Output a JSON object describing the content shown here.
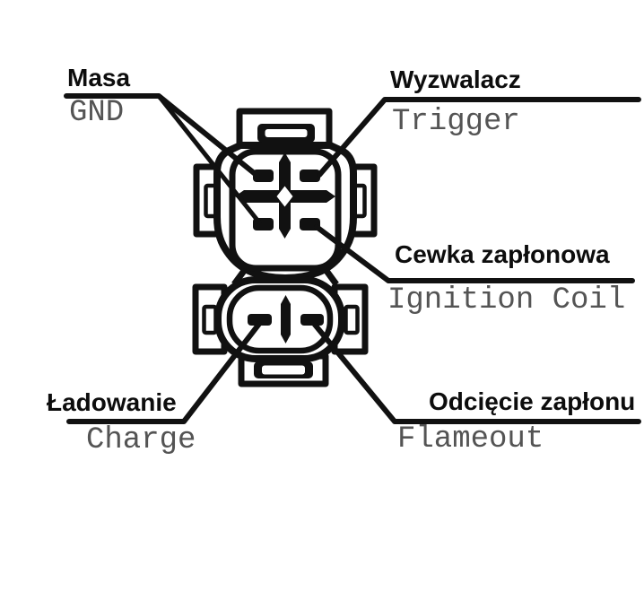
{
  "colors": {
    "background": "#ffffff",
    "ink": "#111111",
    "muted_text": "#545454"
  },
  "labels": {
    "gnd": {
      "pl": "Masa",
      "en": "GND",
      "target": "4-pin connector: upper-left and lower-left pins"
    },
    "trigger": {
      "pl": "Wyzwalacz",
      "en": "Trigger",
      "target": "4-pin connector: upper-right pin"
    },
    "ignition_coil": {
      "pl": "Cewka zapłonowa",
      "en": "Ignition Coil",
      "target": "4-pin connector: lower-right pin"
    },
    "charge": {
      "pl": "Ładowanie",
      "en": "Charge",
      "target": "3-pin connector: left pin"
    },
    "flameout": {
      "pl": "Odcięcie zapłonu",
      "en": "Flameout",
      "target": "3-pin connector: right pin"
    }
  },
  "connectors": [
    {
      "id": "upper",
      "shape": "rounded square with top latch and side tabs",
      "pin_count": 4
    },
    {
      "id": "lower",
      "shape": "oval with bottom latch and side tabs",
      "pin_count": 3
    }
  ]
}
